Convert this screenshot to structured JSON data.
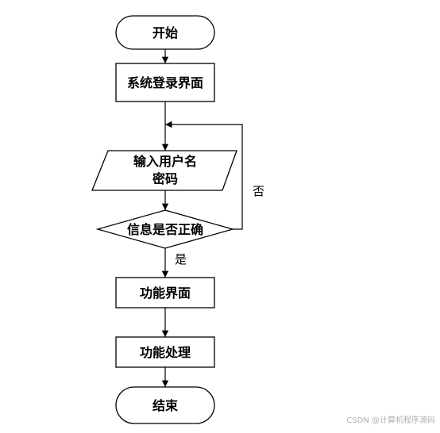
{
  "nodes": {
    "start": "开始",
    "login": "系统登录界面",
    "input_line1": "输入用户名",
    "input_line2": "密码",
    "check": "信息是否正确",
    "func_page": "功能界面",
    "func_proc": "功能处理",
    "end": "结束"
  },
  "edges": {
    "no_label": "否",
    "yes_label": "是"
  },
  "watermark": "CSDN @计算机程序源码"
}
